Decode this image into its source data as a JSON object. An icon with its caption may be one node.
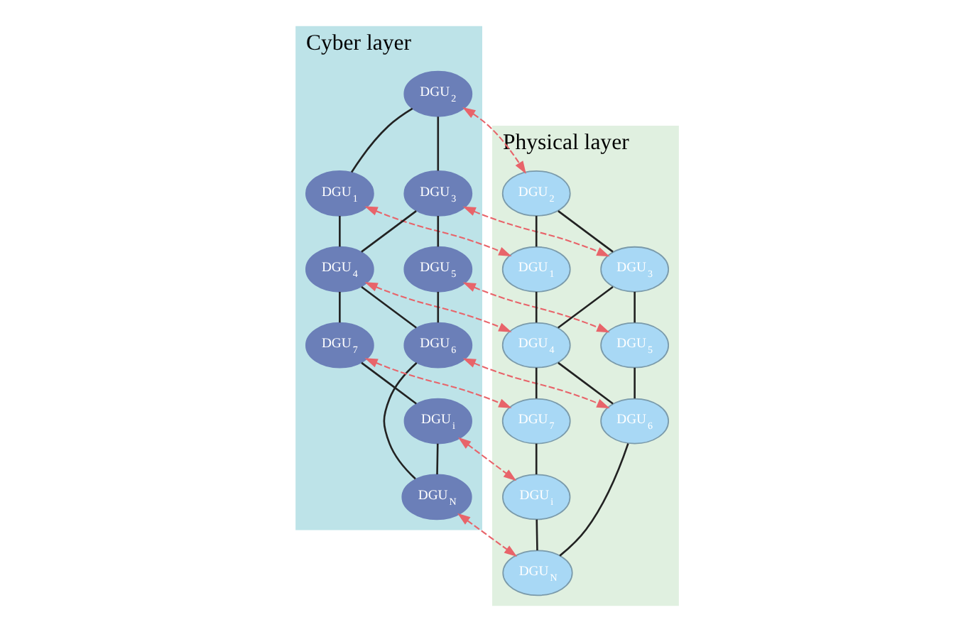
{
  "diagram": {
    "nodes": [
      {
        "text": [
          "Cyber layer"
        ]
      },
      {
        "text": [
          "DGU$_{1}$"
        ],
        "in": 0
      },
      {
        "text": [
          "DGU$_{2}$"
        ],
        "in": 0
      },
      {
        "text": [
          "DGU$_{3}$"
        ],
        "in": 0
      },
      {
        "text": [
          "DGU$_{4}$"
        ],
        "in": 0
      },
      {
        "text": [
          "DGU$_{5}$"
        ],
        "in": 0
      },
      {
        "text": [
          "DGU$_{6}$"
        ],
        "in": 0
      },
      {
        "text": [
          "DGU$_{7}$"
        ],
        "in": 0
      },
      {
        "text": [
          "DGU$_{i}$"
        ],
        "in": 0
      },
      {
        "text": [
          "DGU$_{N}$"
        ],
        "in": 0
      },
      {
        "text": [
          "Physical layer"
        ]
      },
      {
        "text": [
          "DGU$_{1}$"
        ],
        "in": 10
      },
      {
        "text": [
          "DGU$_{2}$"
        ],
        "in": 10
      },
      {
        "text": [
          "DGU$_{3}$"
        ],
        "in": 10
      },
      {
        "text": [
          "DGU$_{4}$"
        ],
        "in": 10
      },
      {
        "text": [
          "DGU$_{5}$"
        ],
        "in": 10
      },
      {
        "text": [
          "DGU$_{6}$"
        ],
        "in": 10
      },
      {
        "text": [
          "DGU$_{7}$"
        ],
        "in": 10
      },
      {
        "text": [
          "DGU$_{i}$"
        ],
        "in": 10
      },
      {
        "text": [
          "DGU$_{N}$"
        ],
        "in": 10
      }
    ],
    "edges": [
      {
        "from": 2,
        "to": 3,
        "arrow": "none"
      },
      {
        "from": 2,
        "to": 1,
        "arrow": "none"
      },
      {
        "from": 1,
        "to": 4,
        "arrow": "none"
      },
      {
        "from": 3,
        "to": 4,
        "arrow": "none"
      },
      {
        "from": 3,
        "to": 5,
        "arrow": "none"
      },
      {
        "from": 5,
        "to": 6,
        "arrow": "none"
      },
      {
        "from": 4,
        "to": 6,
        "arrow": "none"
      },
      {
        "from": 4,
        "to": 7,
        "arrow": "none"
      },
      {
        "from": 7,
        "to": 8,
        "arrow": "none"
      },
      {
        "from": 8,
        "to": 9,
        "arrow": "none"
      },
      {
        "from": 6,
        "to": 9,
        "arrow": "none"
      },
      {
        "from": 12,
        "to": 13,
        "arrow": "none"
      },
      {
        "from": 12,
        "to": 11,
        "arrow": "none"
      },
      {
        "from": 11,
        "to": 14,
        "arrow": "none"
      },
      {
        "from": 13,
        "to": 14,
        "arrow": "none"
      },
      {
        "from": 13,
        "to": 15,
        "arrow": "none"
      },
      {
        "from": 15,
        "to": 16,
        "arrow": "none"
      },
      {
        "from": 14,
        "to": 16,
        "arrow": "none"
      },
      {
        "from": 14,
        "to": 17,
        "arrow": "none"
      },
      {
        "from": 17,
        "to": 18,
        "arrow": "none"
      },
      {
        "from": 18,
        "to": 19,
        "arrow": "none"
      },
      {
        "from": 16,
        "to": 19,
        "arrow": "none"
      },
      {
        "from": 1,
        "to": 11,
        "arrow": "both",
        "style": "dashed",
        "color": "#e8646a"
      },
      {
        "from": 2,
        "to": 12,
        "arrow": "both",
        "style": "dashed",
        "color": "#e8646a"
      },
      {
        "from": 3,
        "to": 13,
        "arrow": "both",
        "style": "dashed",
        "color": "#e8646a"
      },
      {
        "from": 4,
        "to": 14,
        "arrow": "both",
        "style": "dashed",
        "color": "#e8646a"
      },
      {
        "from": 5,
        "to": 15,
        "arrow": "both",
        "style": "dashed",
        "color": "#e8646a"
      },
      {
        "from": 6,
        "to": 16,
        "arrow": "both",
        "style": "dashed",
        "color": "#e8646a"
      },
      {
        "from": 7,
        "to": 17,
        "arrow": "both",
        "style": "dashed",
        "color": "#e8646a"
      },
      {
        "from": 8,
        "to": 18,
        "arrow": "both",
        "style": "dashed",
        "color": "#e8646a"
      },
      {
        "from": 9,
        "to": 19,
        "arrow": "both",
        "style": "dashed",
        "color": "#e8646a"
      }
    ]
  }
}
